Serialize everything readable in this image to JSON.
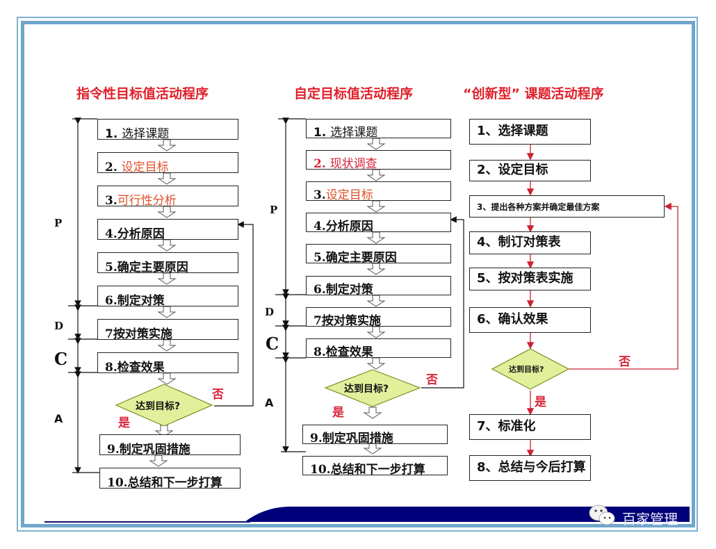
{
  "columns": [
    {
      "title": "指令性目标值活动程序",
      "steps": [
        {
          "num": "1. ",
          "text": "选择课题",
          "highlight": false
        },
        {
          "num": "2. ",
          "text": "设定目标",
          "highlight": true
        },
        {
          "num": "3.",
          "text": "可行性分析",
          "highlight": true
        },
        {
          "num": "4.",
          "text": "分析原因",
          "highlight": false
        },
        {
          "num": "5.",
          "text": "确定主要原因",
          "highlight": false
        },
        {
          "num": "6.",
          "text": "制定对策",
          "highlight": false
        },
        {
          "num": "7",
          "text": "按对策实施",
          "highlight": false
        },
        {
          "num": "8.",
          "text": "检查效果",
          "highlight": false
        },
        {
          "num": "9.",
          "text": "制定巩固措施",
          "highlight": false
        },
        {
          "num": "10.",
          "text": "总结和下一步打算",
          "highlight": false
        }
      ],
      "decision": "达到目标?",
      "yes": "是",
      "no": "否",
      "phases": [
        "P",
        "D",
        "C",
        "A"
      ]
    },
    {
      "title": "自定目标值活动程序",
      "steps": [
        {
          "num": "1. ",
          "text": "选择课题",
          "highlight": false
        },
        {
          "num": "2. ",
          "text": "现状调查",
          "highlight": true
        },
        {
          "num": "3.",
          "text": "设定目标",
          "highlight": true
        },
        {
          "num": "4.",
          "text": "分析原因",
          "highlight": false
        },
        {
          "num": "5.",
          "text": "确定主要原因",
          "highlight": false
        },
        {
          "num": "6.",
          "text": "制定对策",
          "highlight": false
        },
        {
          "num": "7",
          "text": "按对策实施",
          "highlight": false
        },
        {
          "num": "8.",
          "text": "检查效果",
          "highlight": false
        },
        {
          "num": "9.",
          "text": "制定巩固措施",
          "highlight": false
        },
        {
          "num": "10.",
          "text": "总结和下一步打算",
          "highlight": false
        }
      ],
      "decision": "达到目标?",
      "yes": "是",
      "no": "否",
      "phases": [
        "P",
        "D",
        "C",
        "A"
      ]
    },
    {
      "title": "“创新型” 课题活动程序",
      "steps": [
        {
          "text": "1、选择课题"
        },
        {
          "text": "2、设定目标"
        },
        {
          "text": "3、提出各种方案并确定最佳方案"
        },
        {
          "text": "4、制订对策表"
        },
        {
          "text": "5、按对策表实施"
        },
        {
          "text": "6、确认效果"
        },
        {
          "text": "7、标准化"
        },
        {
          "text": "8、总结与今后打算"
        }
      ],
      "decision": "达到目标?",
      "yes": "是",
      "no": "否"
    }
  ],
  "footer": {
    "brand": "百家管理",
    "icon": "wechat-icon"
  },
  "colors": {
    "title_red": "#e0202a",
    "highlight_orange": "#e0502a",
    "diamond_fill": "#e2f09c",
    "frame_blue": "#6fa6cc",
    "footer_navy": "#00007a",
    "arrow_red": "#cc2233"
  }
}
